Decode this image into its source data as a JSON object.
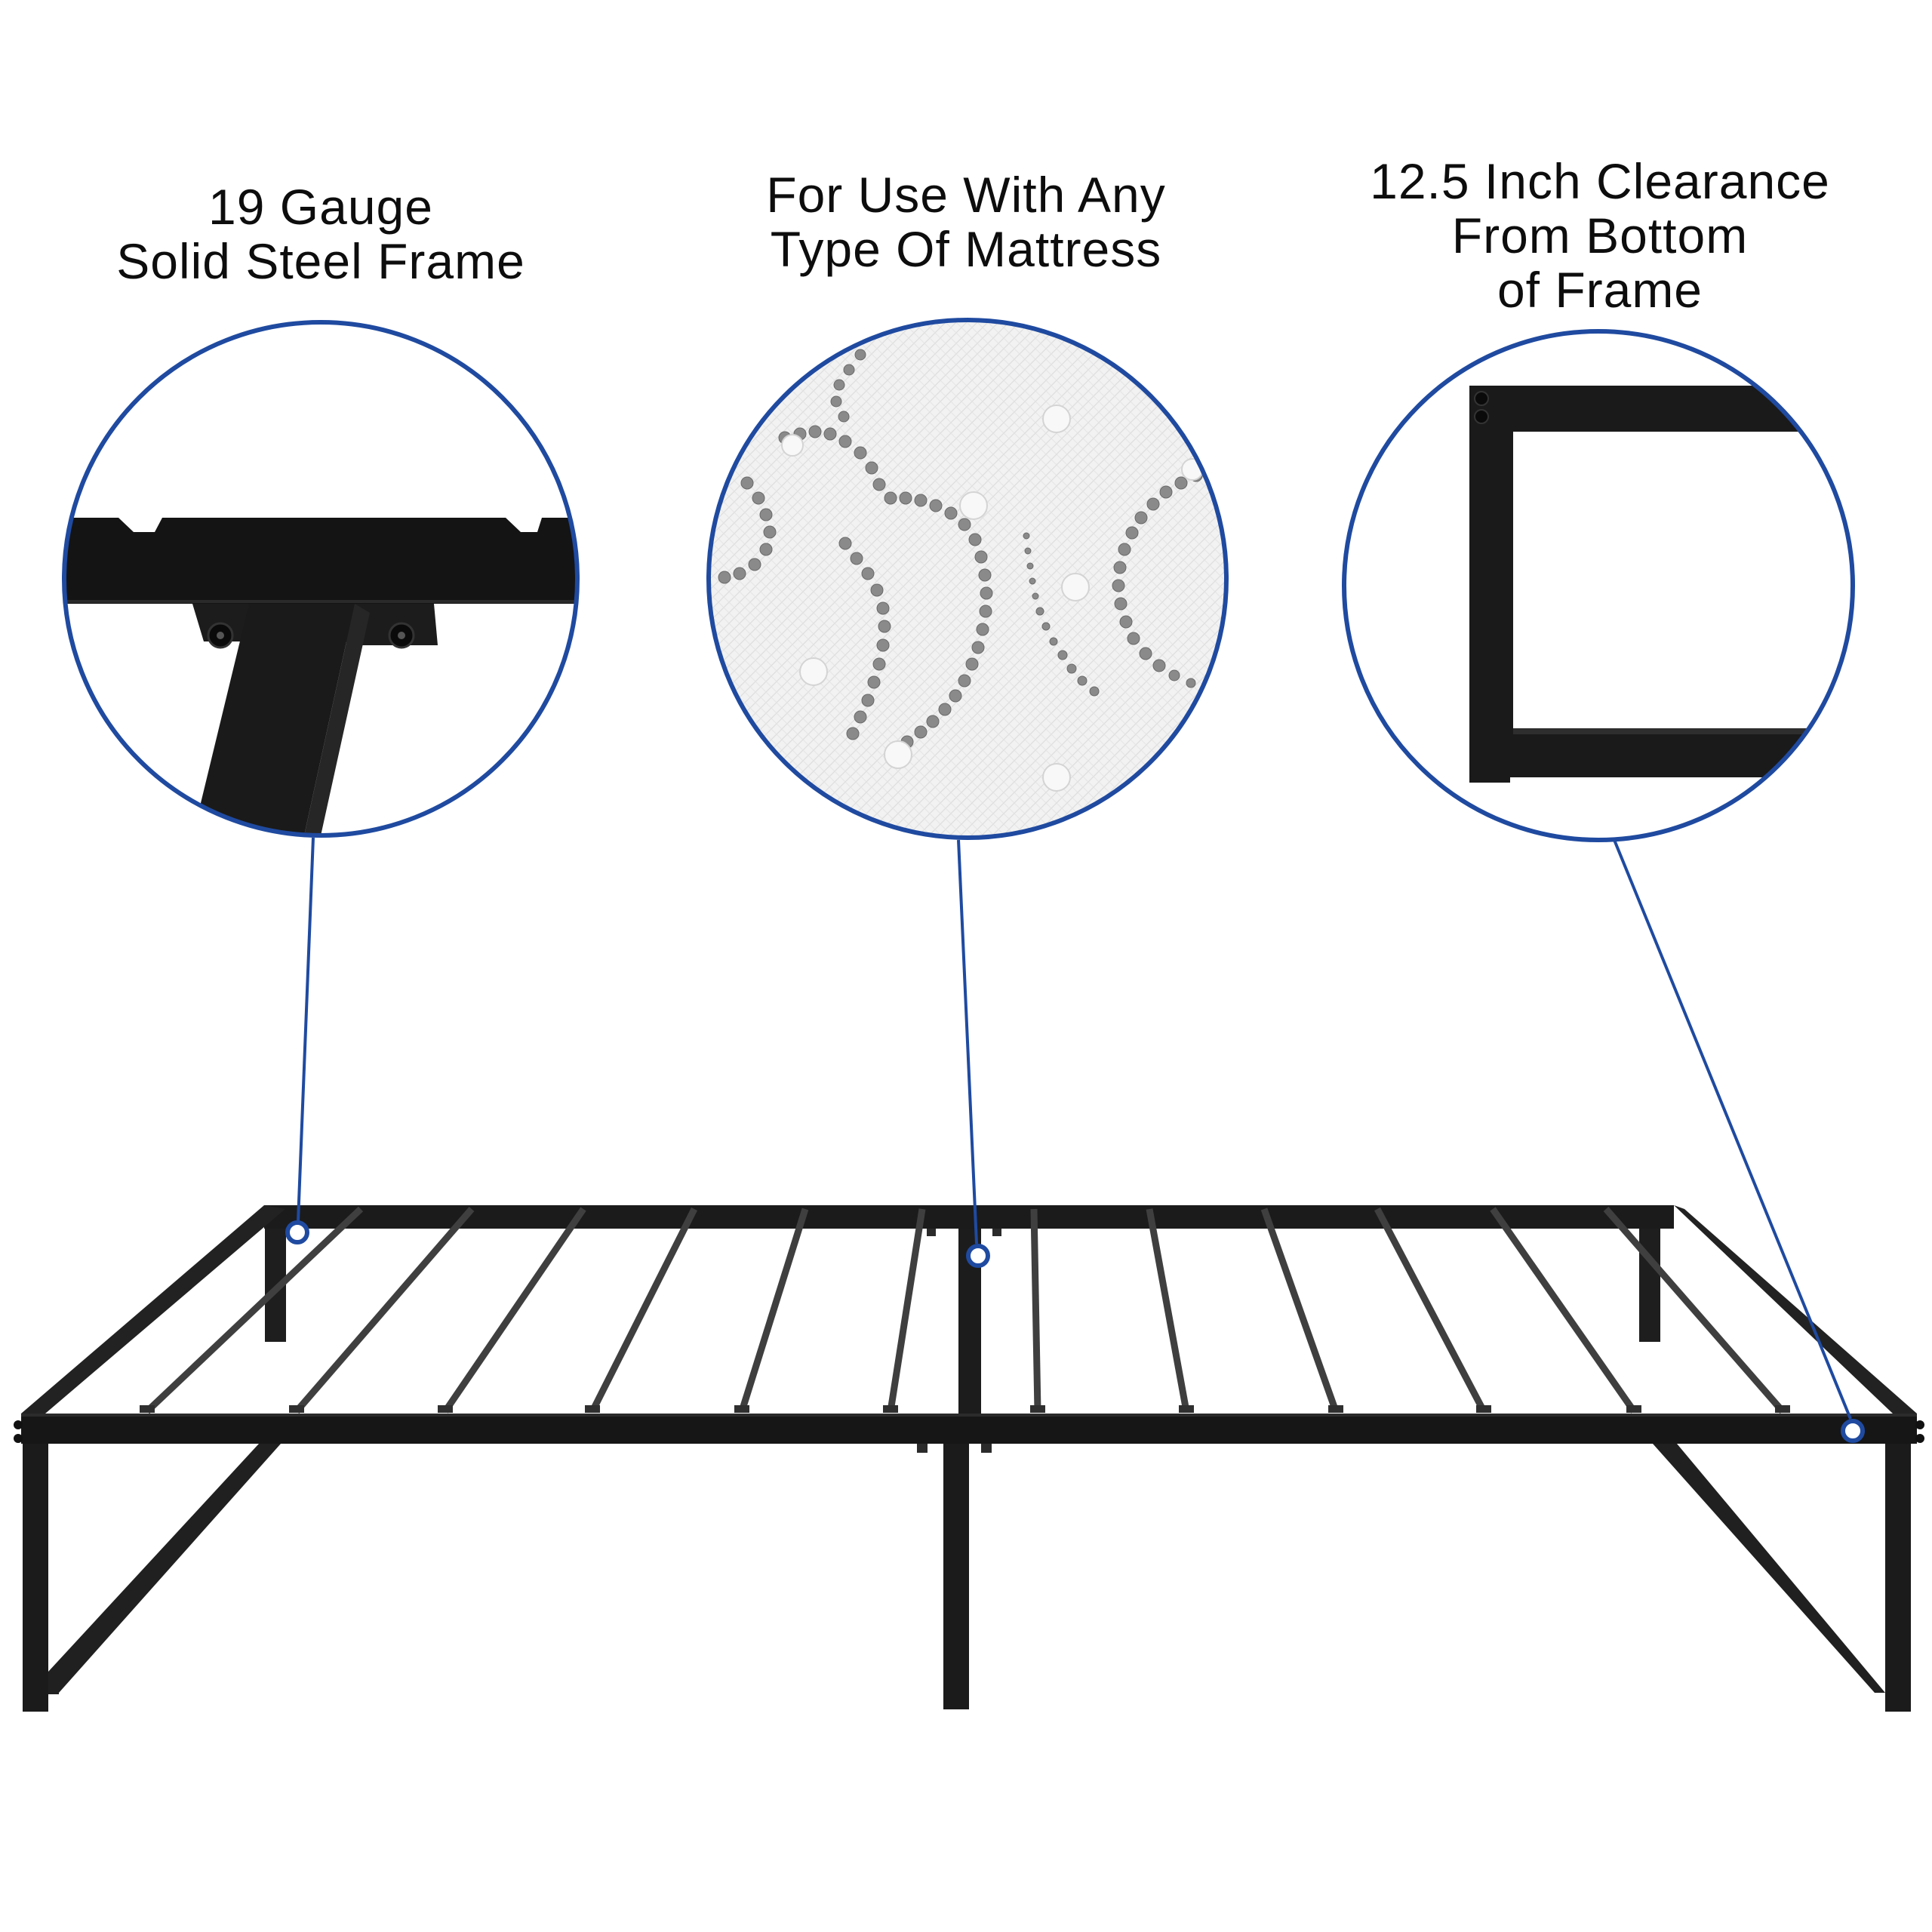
{
  "features": [
    {
      "id": "gauge",
      "caption_lines": [
        "19 Gauge",
        "Solid Steel Frame"
      ],
      "inset": "steel frame joint close-up with bolts"
    },
    {
      "id": "mattress",
      "caption_lines": [
        "For Use With Any",
        "Type Of Mattress"
      ],
      "inset": "quilted white mattress fabric close-up"
    },
    {
      "id": "clearance",
      "caption_lines": [
        "12.5 Inch Clearance",
        "From Bottom",
        "of Frame"
      ],
      "inset": "end frame leg close-up"
    }
  ],
  "colors": {
    "callout_blue": "#1f4aa0",
    "steel_black": "#1a1a1a",
    "slat_gray": "#4a4a4a",
    "background": "#ffffff"
  },
  "product": {
    "type": "metal platform bed frame",
    "slat_count": 12
  }
}
